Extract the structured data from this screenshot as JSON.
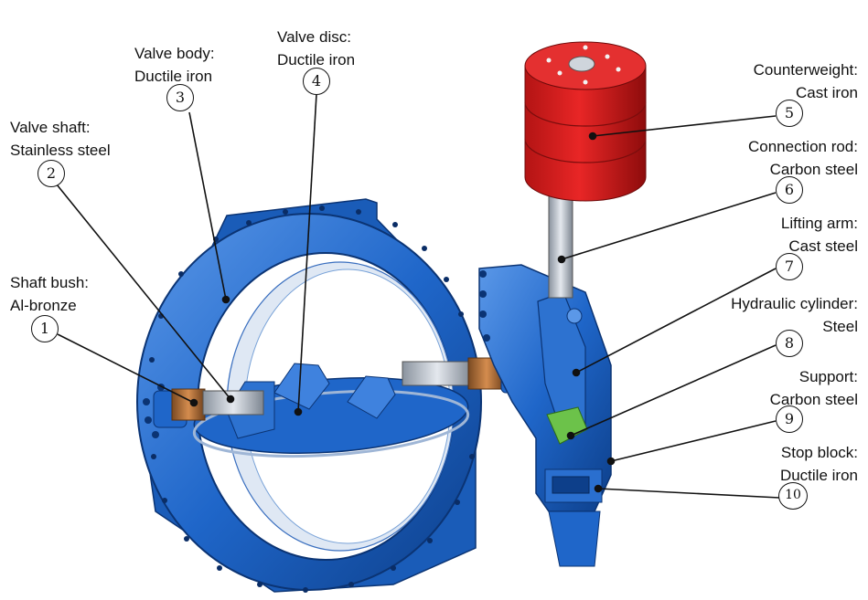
{
  "diagram": {
    "colors": {
      "body_blue": "#1f66c9",
      "body_dark": "#0d3f8a",
      "body_light": "#5b98e8",
      "weight_red": "#d81e1e",
      "bronze": "#b0703a",
      "steel": "#b9c1cc",
      "green": "#6cc24a"
    },
    "parts": [
      {
        "num": "1",
        "name": "Shaft bush:",
        "material": "Al-bronze"
      },
      {
        "num": "2",
        "name": "Valve shaft:",
        "material": "Stainless steel"
      },
      {
        "num": "3",
        "name": "Valve body:",
        "material": "Ductile iron"
      },
      {
        "num": "4",
        "name": "Valve disc:",
        "material": "Ductile iron"
      },
      {
        "num": "5",
        "name": "Counterweight:",
        "material": "Cast iron"
      },
      {
        "num": "6",
        "name": "Connection rod:",
        "material": "Carbon steel"
      },
      {
        "num": "7",
        "name": "Lifting arm:",
        "material": "Cast steel"
      },
      {
        "num": "8",
        "name": "Hydraulic cylinder:",
        "material": "Steel"
      },
      {
        "num": "9",
        "name": "Support:",
        "material": "Carbon steel"
      },
      {
        "num": "10",
        "name": "Stop block:",
        "material": "Ductile iron"
      }
    ]
  }
}
